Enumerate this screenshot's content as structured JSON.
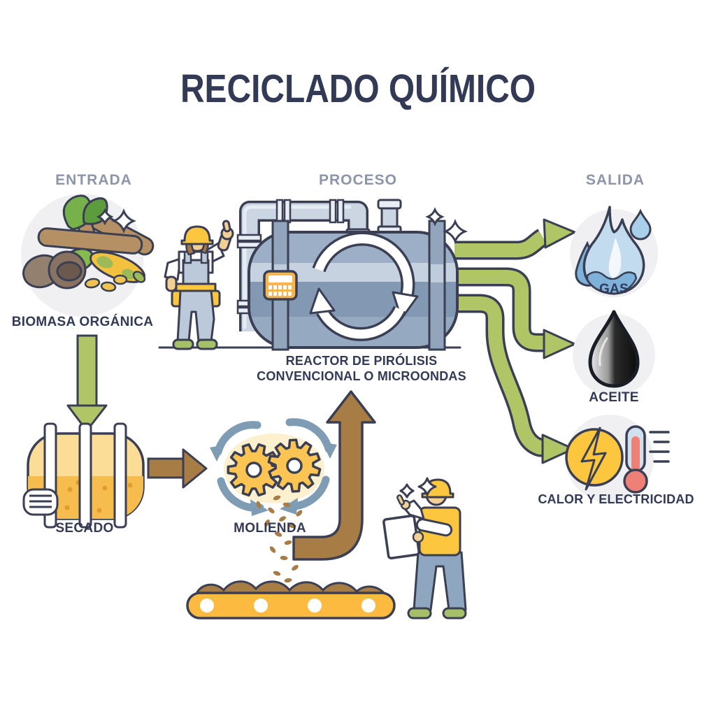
{
  "title": "RECICLADO QUÍMICO",
  "sections": {
    "entrada": {
      "label": "ENTRADA"
    },
    "proceso": {
      "label": "PROCESO"
    },
    "salida": {
      "label": "SALIDA"
    }
  },
  "nodes": {
    "biomasa": {
      "label": "BIOMASA ORGÁNICA"
    },
    "secado": {
      "label": "SECADO"
    },
    "molienda": {
      "label": "MOLIENDA"
    },
    "reactor": {
      "label_line1": "REACTOR DE PIRÓLISIS",
      "label_line2": "CONVENCIONAL O MICROONDAS"
    },
    "gas": {
      "label": "GAS"
    },
    "aceite": {
      "label": "ACEITE"
    },
    "calor": {
      "label": "CALOR Y ELECTRICIDAD"
    }
  },
  "flow": [
    "biomasa-organica -> secado",
    "secado -> molienda",
    "molienda -> reactor-de-pirolisis",
    "reactor-de-pirolisis -> gas",
    "reactor-de-pirolisis -> aceite",
    "reactor-de-pirolisis -> calor-y-electricidad"
  ],
  "icon_names": {
    "gas": "flame-icon",
    "aceite": "oil-drop-icon",
    "calor": "lightning-thermometer-icon",
    "biomasa": "organic-biomass-icon",
    "secado": "drying-drum-icon",
    "molienda": "grinding-gears-icon",
    "proceso": "pyrolysis-reactor-icon"
  },
  "colors": {
    "ink": "#3a3f54",
    "text_dark": "#333a56",
    "section_gray": "#8d95a9",
    "arrow_green": "#b0c565",
    "arrow_brown": "#a87c45",
    "tank_base": "#9cafc6",
    "tank_light": "#c7d2e0",
    "tank_dark": "#8398b3",
    "tank_mid": "#95a9c1",
    "pipe_fill": "#ccd6e3",
    "pipe_light": "#e9eef5",
    "leg_fill": "#92a5bd",
    "panel_orange": "#f8b54d",
    "drum_light": "#fcdd97",
    "drum_dark": "#f6bc4d",
    "drum_dot": "#e19c2d",
    "gear_yellow": "#fcc453",
    "gear_glow": "#fbd984",
    "rotor_blue": "#7f9cb5",
    "belt_yellow": "#fdba40",
    "circle_bg": "#f0f0f3",
    "flame_light": "#c3dbee",
    "flame_mid": "#7fb2da",
    "droplet": "#aacfeb",
    "elec_yellow": "#fcc63e",
    "thermo_tube": "#cfe0ee",
    "thermo_red": "#ee8075",
    "skin": "#f2cf92",
    "hair": "#a3764a",
    "shoe_green": "#a6c069",
    "pants_blue": "#8fa6c0",
    "overall_blue": "#bcc9da",
    "vest_yellow": "#fcc63e",
    "branch": "#b59064",
    "leaf_a": "#76b14a",
    "leaf_b": "#5d9c3c",
    "leaf_c": "#86b94e",
    "coco_a": "#94806f",
    "coco_b": "#8a7262",
    "coco_c": "#6b594d",
    "corn": "#f2c23f",
    "husk": "#9cbb58",
    "seed": "#f0c351"
  }
}
